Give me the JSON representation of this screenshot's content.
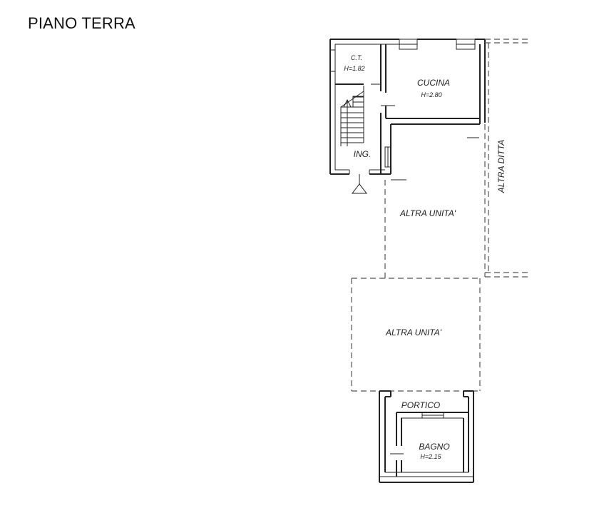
{
  "title": "PIANO TERRA",
  "rooms": {
    "ct": {
      "name": "C.T.",
      "height": "H=1.82"
    },
    "cucina": {
      "name": "CUCINA",
      "height": "H=2.80"
    },
    "ingresso": {
      "name": "ING."
    },
    "altra_ditta": {
      "name": "ALTRA DITTA"
    },
    "altra_unita_1": {
      "name": "ALTRA UNITA'"
    },
    "altra_unita_2": {
      "name": "ALTRA UNITA'"
    },
    "portico": {
      "name": "PORTICO"
    },
    "bagno": {
      "name": "BAGNO",
      "height": "H=2.15"
    }
  }
}
